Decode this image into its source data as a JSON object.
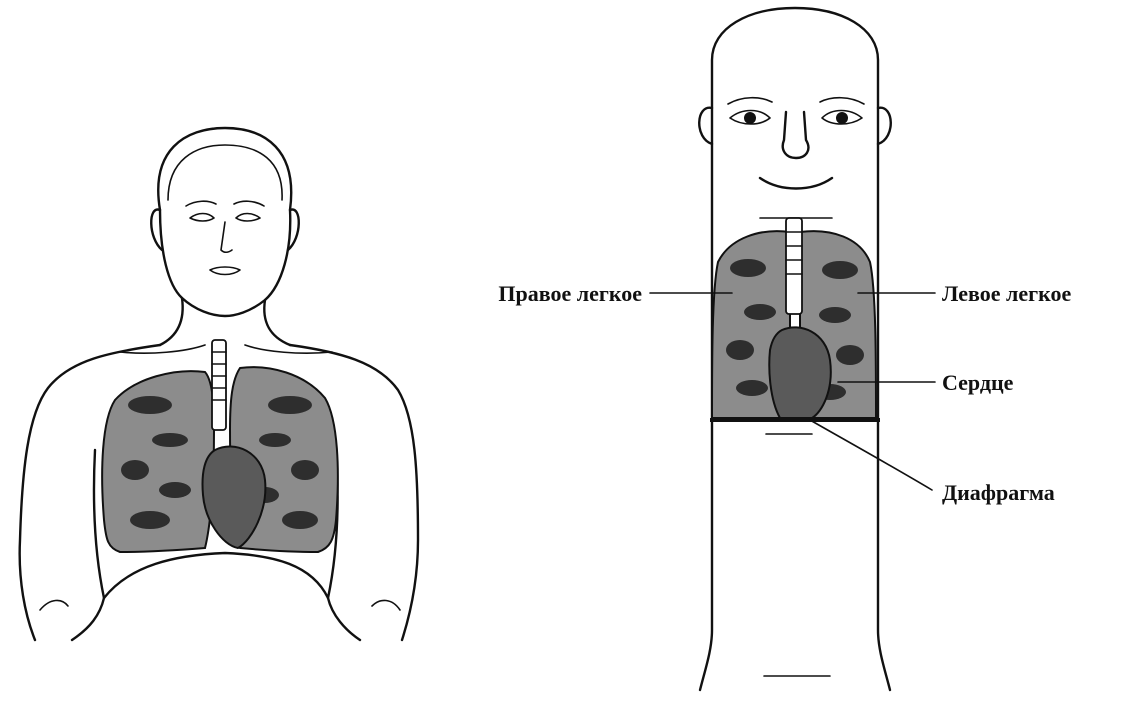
{
  "labels": {
    "right_lung": "Правое легкое",
    "left_lung": "Левое легкое",
    "heart": "Сердце",
    "diaphragm": "Диафрагма"
  },
  "colors": {
    "ink": "#111111",
    "lung_fill": "#8c8c8c",
    "lung_dark": "#2e2e2e",
    "background": "#ffffff"
  }
}
